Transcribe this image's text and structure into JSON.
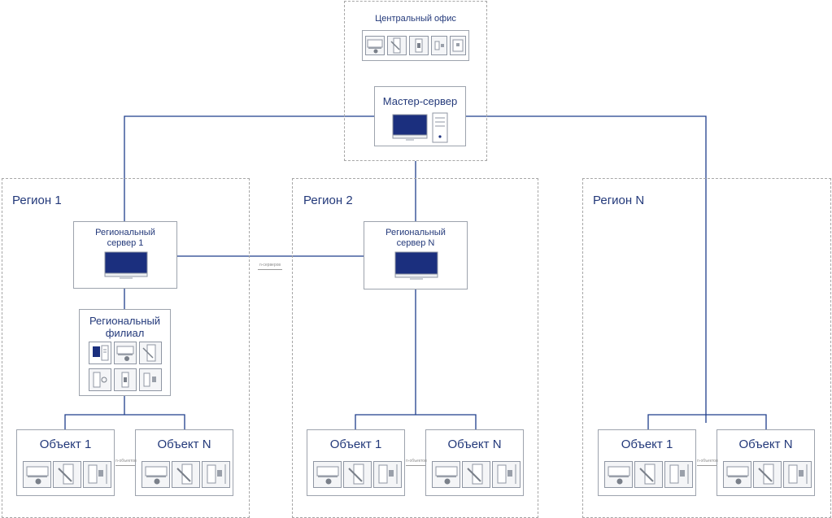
{
  "central": {
    "title": "Центральный офис",
    "master_title": "Мастер-сервер"
  },
  "regions": {
    "r1": {
      "label": "Регион 1",
      "server": "Региональный сервер 1",
      "server_line1": "Региональный",
      "server_line2": "сервер 1"
    },
    "r2": {
      "label": "Регион 2",
      "server_line1": "Региональный",
      "server_line2": "сервер N"
    },
    "rN": {
      "label": "Регион N"
    }
  },
  "branch": {
    "line1": "Региональный",
    "line2": "филиал"
  },
  "objects": {
    "first": "Объект 1",
    "last": "Объект N"
  },
  "links": {
    "servers": "n-серверов",
    "objects": "n-объектов"
  },
  "icons": {
    "monitor": "monitor-icon",
    "tower": "server-tower-icon",
    "turnstile": "turnstile-icon",
    "door": "door-icon",
    "lock": "door-lock-icon",
    "card": "card-reader-icon",
    "keypad": "keypad-reader-icon"
  },
  "colors": {
    "line": "#1f3e8c",
    "screen": "#1b2f7e",
    "text": "#23397a",
    "dashed": "#a7a7a7"
  }
}
